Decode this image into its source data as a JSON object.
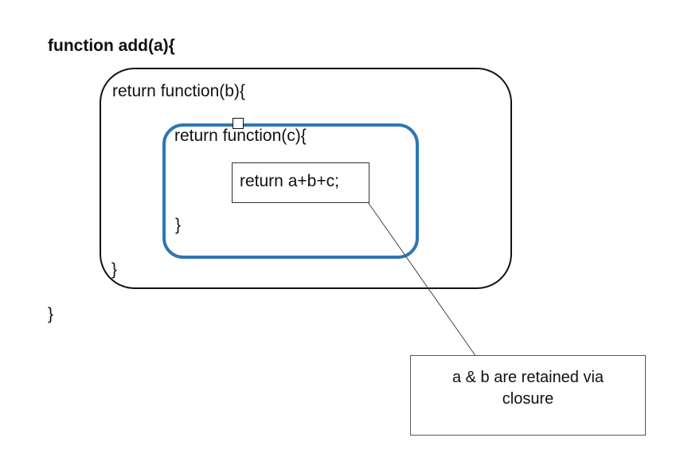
{
  "diagram": {
    "line1": "function add(a){",
    "line2": "return function(b){",
    "line3": "return function(c){",
    "expression": "return a+b+c;",
    "close_inner": "}",
    "close_middle": "}",
    "close_outer": "}",
    "note_line1": "a & b are retained via",
    "note_line2": "closure",
    "inner_border_color": "#2f75b5"
  }
}
